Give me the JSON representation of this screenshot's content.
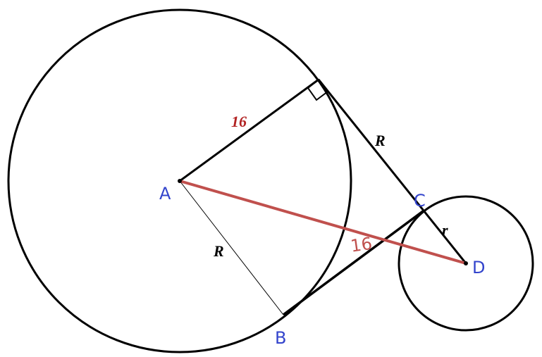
{
  "diagram": {
    "points": {
      "A": "A",
      "B": "B",
      "C": "C",
      "D": "D"
    },
    "labels": {
      "radius_label_top": "16",
      "R_tangent": "R",
      "R_AB": "R",
      "r_small": "r",
      "AD_length": "16"
    },
    "colors": {
      "line": "#000000",
      "ad_line": "#c0504d",
      "point_label": "#3344cc",
      "value_label": "#b22222"
    }
  }
}
